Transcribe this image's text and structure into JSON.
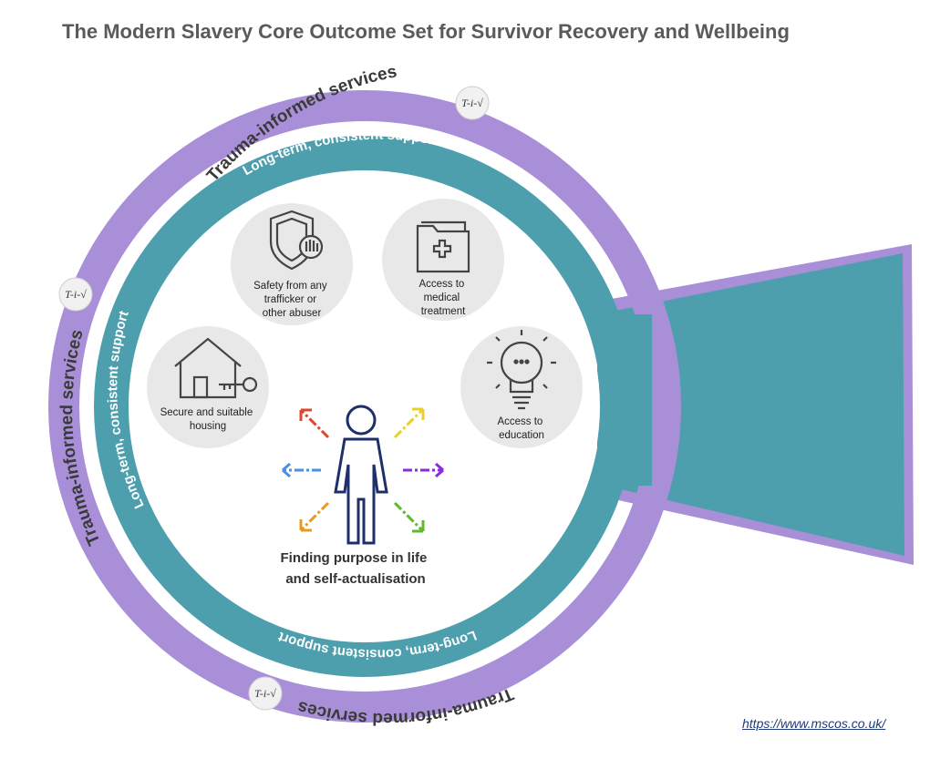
{
  "title": "The Modern Slavery Core Outcome Set for Survivor Recovery and Wellbeing",
  "outer_ring_label": "Trauma-informed services",
  "inner_ring_label": "Long-term, consistent support",
  "badge_label": "T-i-√",
  "outcomes": {
    "safety": [
      "Safety from any",
      "trafficker or",
      "other abuser"
    ],
    "medical": [
      "Access to",
      "medical",
      "treatment"
    ],
    "housing": [
      "Secure and suitable",
      "housing"
    ],
    "education": [
      "Access to",
      "education"
    ]
  },
  "center": [
    "Finding purpose in life",
    "and self-actualisation"
  ],
  "link": "https://www.mscos.co.uk/",
  "colors": {
    "outer_ring": "#a98fd8",
    "inner_ring": "#4d9fae",
    "bubble": "#e8e8e8",
    "person": "#1f2f6b",
    "arrows": [
      "#e0452e",
      "#e8d12e",
      "#4a8fe0",
      "#8a2be2",
      "#e89b20",
      "#5fba2a"
    ]
  }
}
